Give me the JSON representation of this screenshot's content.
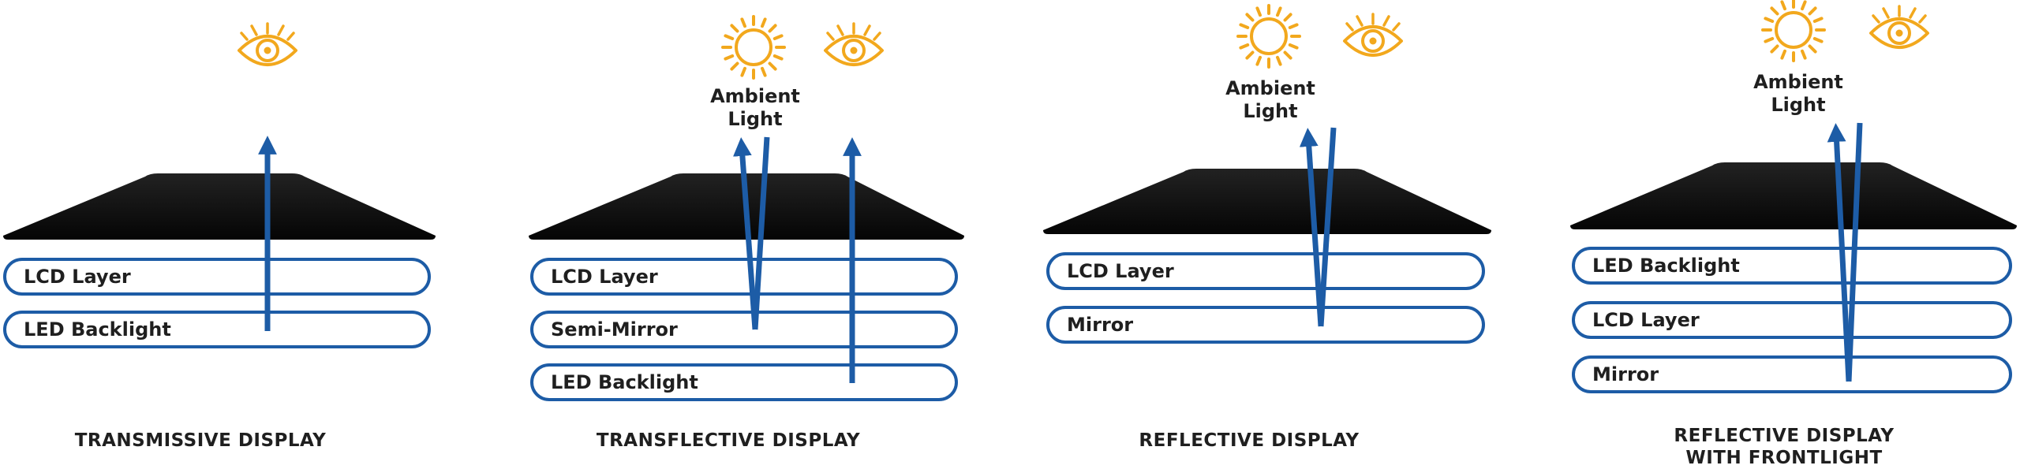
{
  "panels": [
    {
      "caption_lines": [
        "TRANSMISSIVE DISPLAY"
      ],
      "layers": [
        "LCD Layer",
        "LED Backlight"
      ],
      "ambient_light": ""
    },
    {
      "caption_lines": [
        "TRANSFLECTIVE DISPLAY"
      ],
      "layers": [
        "LCD Layer",
        "Semi-Mirror",
        "LED Backlight"
      ],
      "ambient_light": "Ambient Light"
    },
    {
      "caption_lines": [
        "REFLECTIVE DISPLAY"
      ],
      "layers": [
        "LCD Layer",
        "Mirror"
      ],
      "ambient_light": "Ambient Light"
    },
    {
      "caption_lines": [
        "REFLECTIVE DISPLAY",
        "WITH FRONTLIGHT"
      ],
      "layers": [
        "LED Backlight",
        "LCD Layer",
        "Mirror"
      ],
      "ambient_light": "Ambient Light"
    }
  ],
  "icons": [
    "eye-icon",
    "sun-icon"
  ],
  "colors": {
    "arrow": "#1d5ca6",
    "layer_border": "#1d5ca6",
    "icon": "#f2a81d",
    "screen": "#0d0d0d",
    "text": "#1f1f1f"
  }
}
